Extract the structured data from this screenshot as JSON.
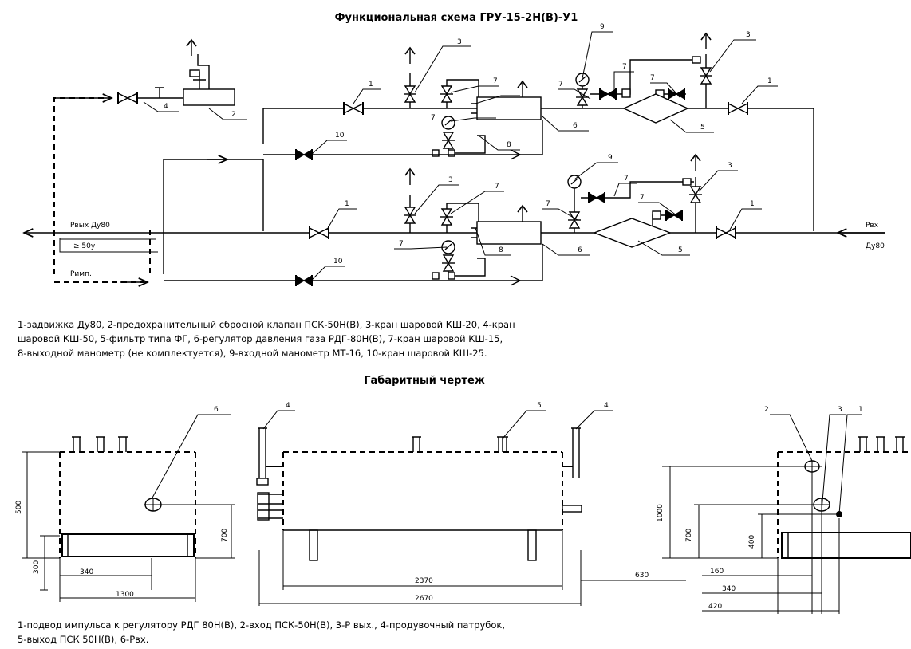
{
  "title_scheme": "Функциональная схема ГРУ-15-2Н(В)-У1",
  "title_dims": "Габаритный чертеж",
  "legend_scheme": [
    "1-задвижка Ду80, 2-предохранительный сбросной клапан ПСК-50Н(В), 3-кран шаровой КШ-20, 4-кран",
    "шаровой КШ-50, 5-фильтр типа ФГ, 6-регулятор давления газа РДГ-80Н(В), 7-кран шаровой КШ-15,",
    "8-выходной манометр (не комплектуется), 9-входной манометр МТ-16, 10-кран шаровой КШ-25."
  ],
  "legend_dims": [
    "1-подвод импульса к регулятору РДГ 80Н(В), 2-вход  ПСК-50Н(В), 3-Р вых., 4-продувочный патрубок,",
    "5-выход ПСК 50Н(В), 6-Рвх."
  ],
  "scheme_labels": {
    "p_out": "Рвых Ду80",
    "dn50": "≥ 50у",
    "p_imp": "Римп.",
    "p_in": "Рвх",
    "dn80": "Ду80"
  },
  "callouts": {
    "n1": "1",
    "n2": "2",
    "n3": "3",
    "n4": "4",
    "n5": "5",
    "n6": "6",
    "n7": "7",
    "n8": "8",
    "n9": "9",
    "n10": "10"
  },
  "dimensions": {
    "h500": "500",
    "h300": "300",
    "h700": "700",
    "w340": "340",
    "w1300": "1300",
    "w2370": "2370",
    "w2670": "2670",
    "w630": "630",
    "h1000": "1000",
    "h700b": "700",
    "h400": "400",
    "w160": "160",
    "w340b": "340",
    "w420": "420"
  }
}
